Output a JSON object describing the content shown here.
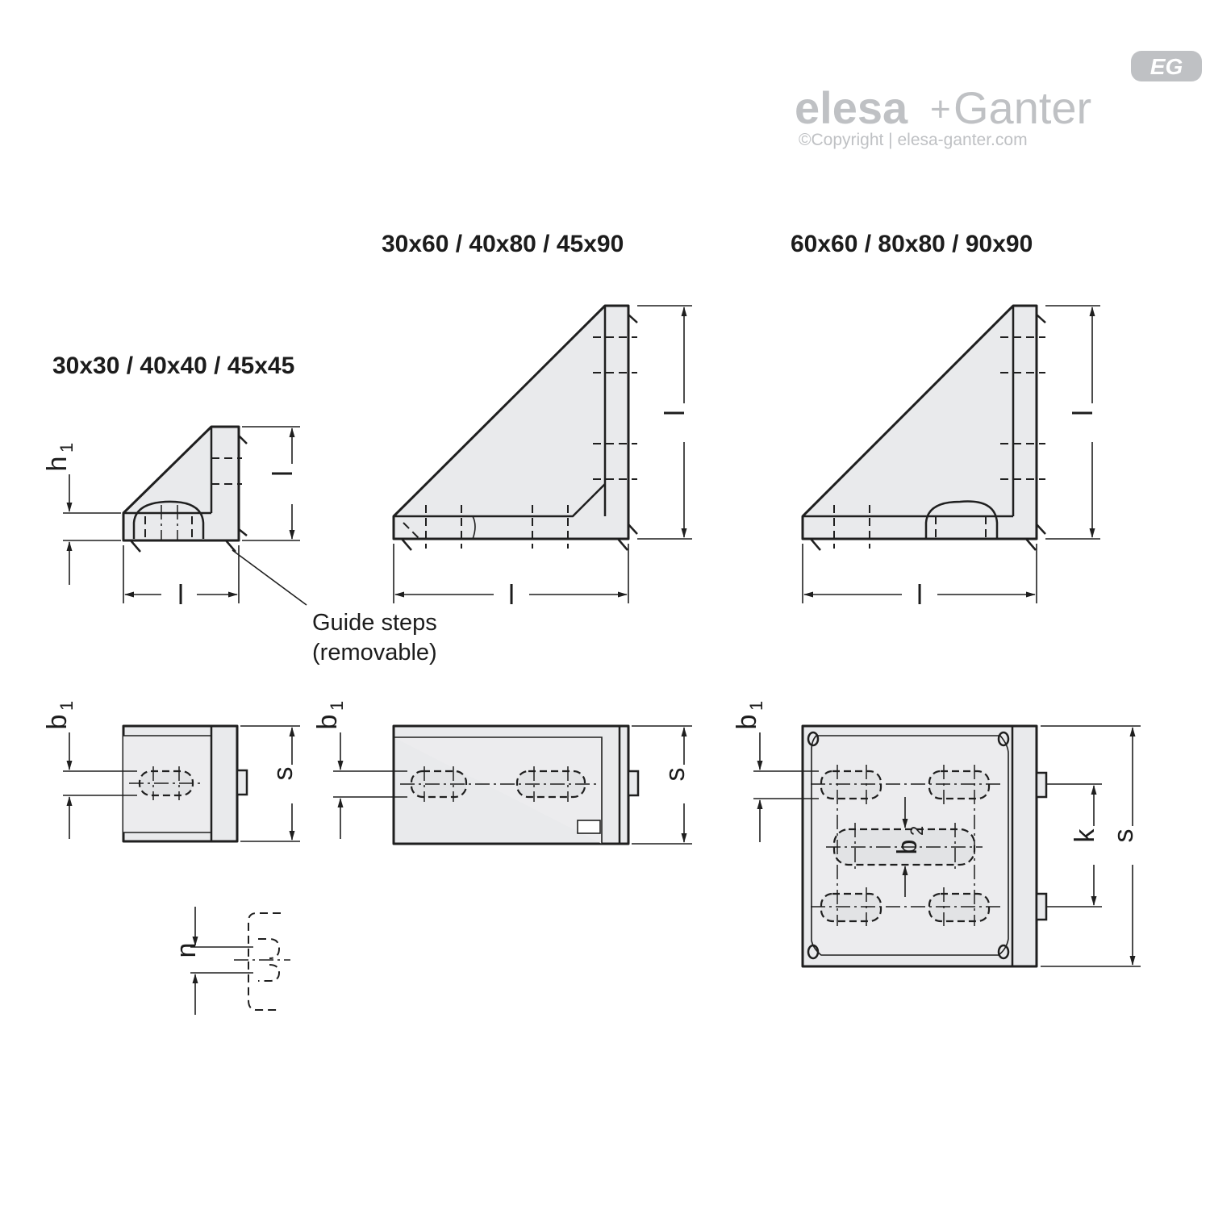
{
  "brand": {
    "logo_badge": "EG",
    "logo_name_left": "elesa",
    "logo_plus": "+",
    "logo_name_right": "Ganter",
    "copyright": "©Copyright | elesa-ganter.com",
    "logo_color": "#bfc1c4"
  },
  "titles": {
    "small": "30x30 / 40x40 / 45x45",
    "medium": "30x60 / 40x80 / 45x90",
    "large": "60x60 / 80x80 / 90x90"
  },
  "dimensions": {
    "l": "l",
    "h": "h",
    "h_sub": "1",
    "b": "b",
    "b1_sub": "1",
    "b2_sub": "2",
    "s": "s",
    "k": "k",
    "n": "n"
  },
  "callout": {
    "line1": "Guide steps",
    "line2": "(removable)"
  }
}
